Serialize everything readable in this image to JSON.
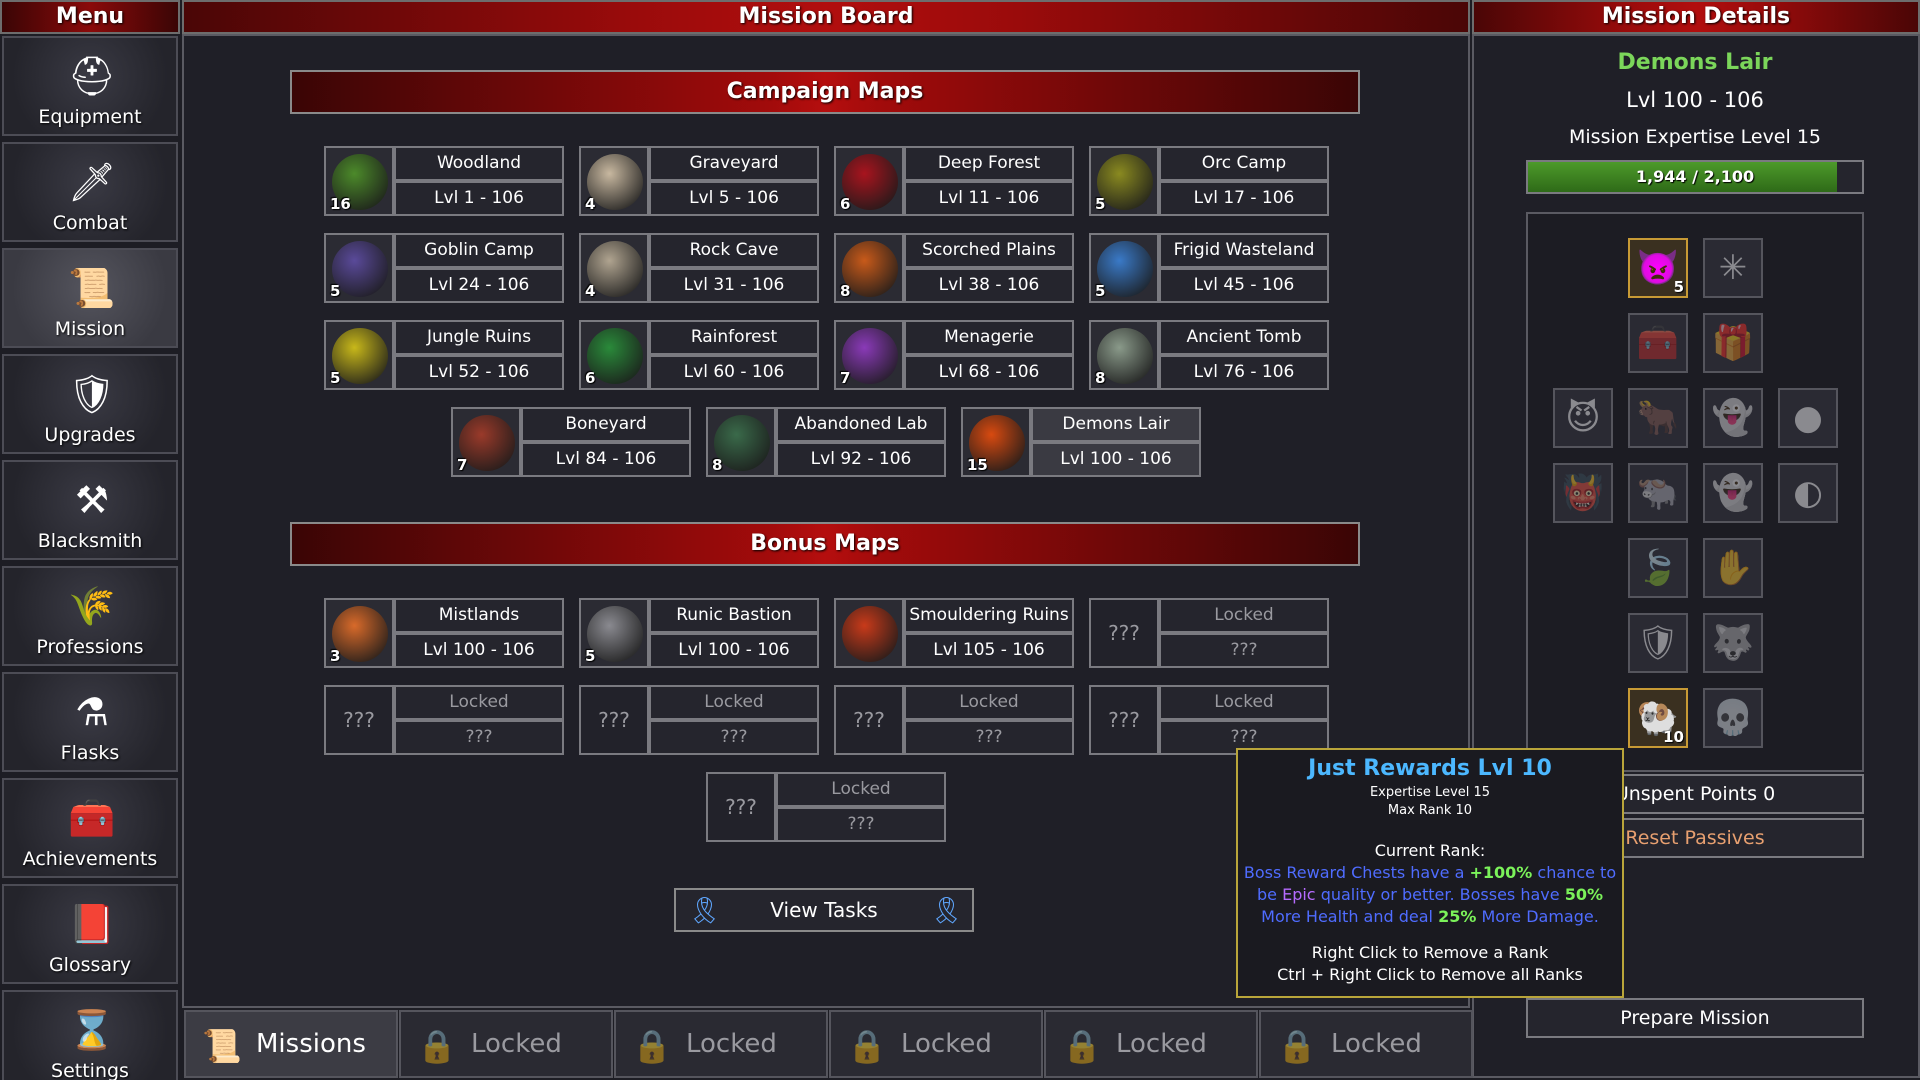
{
  "headers": {
    "menu": "Menu",
    "board": "Mission Board",
    "details": "Mission Details"
  },
  "sidebar": {
    "items": [
      {
        "label": "Equipment",
        "icon": "helmet-icon"
      },
      {
        "label": "Combat",
        "icon": "sword-icon"
      },
      {
        "label": "Mission",
        "icon": "scroll-icon"
      },
      {
        "label": "Upgrades",
        "icon": "shield-icon"
      },
      {
        "label": "Blacksmith",
        "icon": "anvil-icon"
      },
      {
        "label": "Professions",
        "icon": "wheat-icon"
      },
      {
        "label": "Flasks",
        "icon": "flask-icon"
      },
      {
        "label": "Achievements",
        "icon": "chest-icon"
      },
      {
        "label": "Glossary",
        "icon": "book-icon"
      },
      {
        "label": "Settings",
        "icon": "hourglass-icon"
      }
    ]
  },
  "campaign": {
    "title": "Campaign Maps",
    "maps": [
      {
        "name": "Woodland",
        "range": "Lvl 1 - 106",
        "level": "16",
        "color": "#4c8a2a"
      },
      {
        "name": "Graveyard",
        "range": "Lvl 5 - 106",
        "level": "4",
        "color": "#c8b8a0"
      },
      {
        "name": "Deep Forest",
        "range": "Lvl 11 - 106",
        "level": "6",
        "color": "#a8141e"
      },
      {
        "name": "Orc Camp",
        "range": "Lvl 17 - 106",
        "level": "5",
        "color": "#8a8a20"
      },
      {
        "name": "Goblin Camp",
        "range": "Lvl 24 - 106",
        "level": "5",
        "color": "#5a4a9a"
      },
      {
        "name": "Rock Cave",
        "range": "Lvl 31 - 106",
        "level": "4",
        "color": "#b0a490"
      },
      {
        "name": "Scorched Plains",
        "range": "Lvl 38 - 106",
        "level": "8",
        "color": "#c85a1a"
      },
      {
        "name": "Frigid Wasteland",
        "range": "Lvl 45 - 106",
        "level": "5",
        "color": "#3a7ac8"
      },
      {
        "name": "Jungle Ruins",
        "range": "Lvl 52 - 106",
        "level": "5",
        "color": "#c8b81a"
      },
      {
        "name": "Rainforest",
        "range": "Lvl 60 - 106",
        "level": "6",
        "color": "#2a8a3a"
      },
      {
        "name": "Menagerie",
        "range": "Lvl 68 - 106",
        "level": "7",
        "color": "#8a3ab8"
      },
      {
        "name": "Ancient Tomb",
        "range": "Lvl 76 - 106",
        "level": "8",
        "color": "#8a9a8a"
      },
      {
        "name": "Boneyard",
        "range": "Lvl 84 - 106",
        "level": "7",
        "color": "#9a3a2a"
      },
      {
        "name": "Abandoned Lab",
        "range": "Lvl 92 - 106",
        "level": "8",
        "color": "#3a6a4a"
      },
      {
        "name": "Demons Lair",
        "range": "Lvl 100 - 106",
        "level": "15",
        "color": "#d84a10"
      }
    ]
  },
  "bonus": {
    "title": "Bonus Maps",
    "maps": [
      {
        "name": "Mistlands",
        "range": "Lvl 100 - 106",
        "level": "3",
        "color": "#d86a2a",
        "locked": false
      },
      {
        "name": "Runic Bastion",
        "range": "Lvl 100 - 106",
        "level": "5",
        "color": "#8a8a90",
        "locked": false
      },
      {
        "name": "Smouldering Ruins",
        "range": "Lvl 105 - 106",
        "level": "",
        "color": "#c83a1a",
        "locked": false
      },
      {
        "name": "Locked",
        "range": "???",
        "portrait": "???",
        "locked": true
      },
      {
        "name": "Locked",
        "range": "???",
        "portrait": "???",
        "locked": true
      },
      {
        "name": "Locked",
        "range": "???",
        "portrait": "???",
        "locked": true
      },
      {
        "name": "Locked",
        "range": "???",
        "portrait": "???",
        "locked": true
      },
      {
        "name": "Locked",
        "range": "???",
        "portrait": "???",
        "locked": true
      },
      {
        "name": "Locked",
        "range": "???",
        "portrait": "???",
        "locked": true
      }
    ]
  },
  "view_tasks": "View Tasks",
  "details": {
    "name": "Demons Lair",
    "range": "Lvl 100 - 106",
    "expertise": "Mission Expertise Level 15",
    "xp_text": "1,944 / 2,100",
    "xp_fraction": 0.926,
    "unspent": "Unspent Points 0",
    "reset": "Reset Passives",
    "prepare": "Prepare Mission",
    "passives": [
      {
        "icon": "demon-fire-icon",
        "rank": "5",
        "on": true
      },
      {
        "icon": "green-glow-icon",
        "rank": "",
        "on": false
      },
      {
        "icon": "chest-icon",
        "rank": "",
        "on": false
      },
      {
        "icon": "treasure-chest-icon",
        "rank": "",
        "on": false
      },
      {
        "icon": "demon-head-icon",
        "rank": "",
        "on": false
      },
      {
        "icon": "bull-head-icon",
        "rank": "",
        "on": false
      },
      {
        "icon": "ghost-icon",
        "rank": "",
        "on": false
      },
      {
        "icon": "dark-orb-icon",
        "rank": "",
        "on": false
      },
      {
        "icon": "blue-demon-icon",
        "rank": "",
        "on": false
      },
      {
        "icon": "fire-bull-icon",
        "rank": "",
        "on": false
      },
      {
        "icon": "green-ghost-icon",
        "rank": "",
        "on": false
      },
      {
        "icon": "purple-orb-icon",
        "rank": "",
        "on": false
      },
      {
        "icon": "leaf-icon",
        "rank": "",
        "on": false
      },
      {
        "icon": "claw-icon",
        "rank": "",
        "on": false
      },
      {
        "icon": "shield-icon",
        "rank": "",
        "on": false
      },
      {
        "icon": "beast-icon",
        "rank": "",
        "on": false
      },
      {
        "icon": "ram-head-icon",
        "rank": "10",
        "on": true
      },
      {
        "icon": "skulls-icon",
        "rank": "",
        "on": false
      }
    ]
  },
  "tooltip": {
    "title": "Just Rewards Lvl 10",
    "expertise": "Expertise Level 15",
    "max_rank": "Max Rank 10",
    "current": "Current Rank:",
    "desc_1": "Boss Reward Chests have a ",
    "desc_2": "+100%",
    "desc_3": " chance to",
    "desc_4": "be ",
    "desc_5": "Epic",
    "desc_6": " quality or better. Bosses have ",
    "desc_7": "50%",
    "desc_8": "More Health and deal ",
    "desc_9": "25%",
    "desc_10": " More Damage.",
    "right_click": "Right Click to Remove a Rank",
    "ctrl_click": "Ctrl + Right Click to Remove all Ranks"
  },
  "tabs": [
    {
      "label": "Missions",
      "icon": "scroll-icon",
      "active": true
    },
    {
      "label": "Locked",
      "icon": "lock-icon",
      "active": false
    },
    {
      "label": "Locked",
      "icon": "lock-icon",
      "active": false
    },
    {
      "label": "Locked",
      "icon": "lock-icon",
      "active": false
    },
    {
      "label": "Locked",
      "icon": "lock-icon",
      "active": false
    },
    {
      "label": "Locked",
      "icon": "lock-icon",
      "active": false
    }
  ]
}
